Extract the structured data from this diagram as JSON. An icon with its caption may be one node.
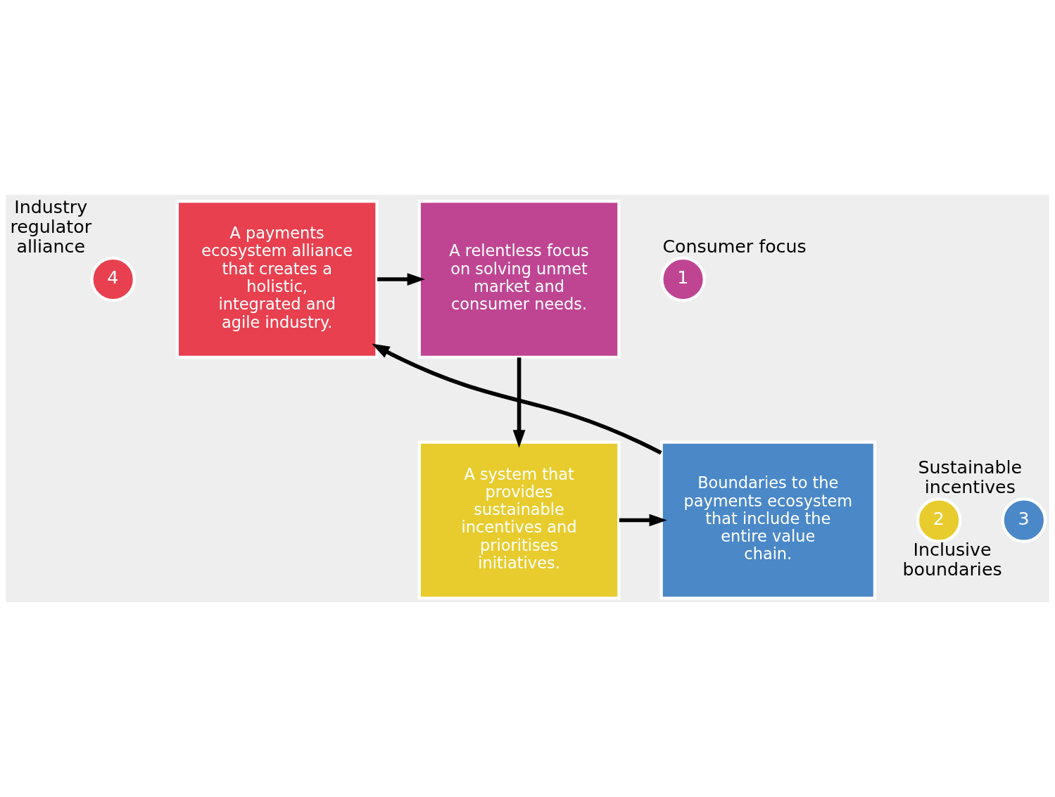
{
  "diagram": {
    "nodes": [
      {
        "text": [
          "4"
        ],
        "beside": [
          "Industry regulator alliance"
        ]
      },
      {
        "text": [
          "1"
        ],
        "beside": [
          "Consumer focus"
        ]
      },
      {
        "text": [
          "A payments ecosystem alliance that creates a holistic, integrated and agile industry."
        ]
      },
      {
        "text": [
          "A relentless focus on solving unmet market and consumer needs."
        ]
      },
      {
        "text": [
          "A system that provides sustainable incentives and prioritises initiatives."
        ]
      },
      {
        "text": [
          "Boundaries to the payments ecosystem that include the entire value chain."
        ]
      },
      {
        "text": [
          "3"
        ],
        "beside": [
          "Inclusive boundaries"
        ]
      },
      {
        "text": [
          "2"
        ],
        "beside": [
          "Sustainable incentives"
        ]
      }
    ],
    "edges": [
      {
        "from": 3,
        "to": 4,
        "arrow": "to"
      },
      {
        "from": 4,
        "to": 5,
        "arrow": "to"
      },
      {
        "from": 5,
        "to": 2,
        "arrow": "to"
      },
      {
        "from": 2,
        "to": 3,
        "arrow": "to"
      }
    ]
  }
}
